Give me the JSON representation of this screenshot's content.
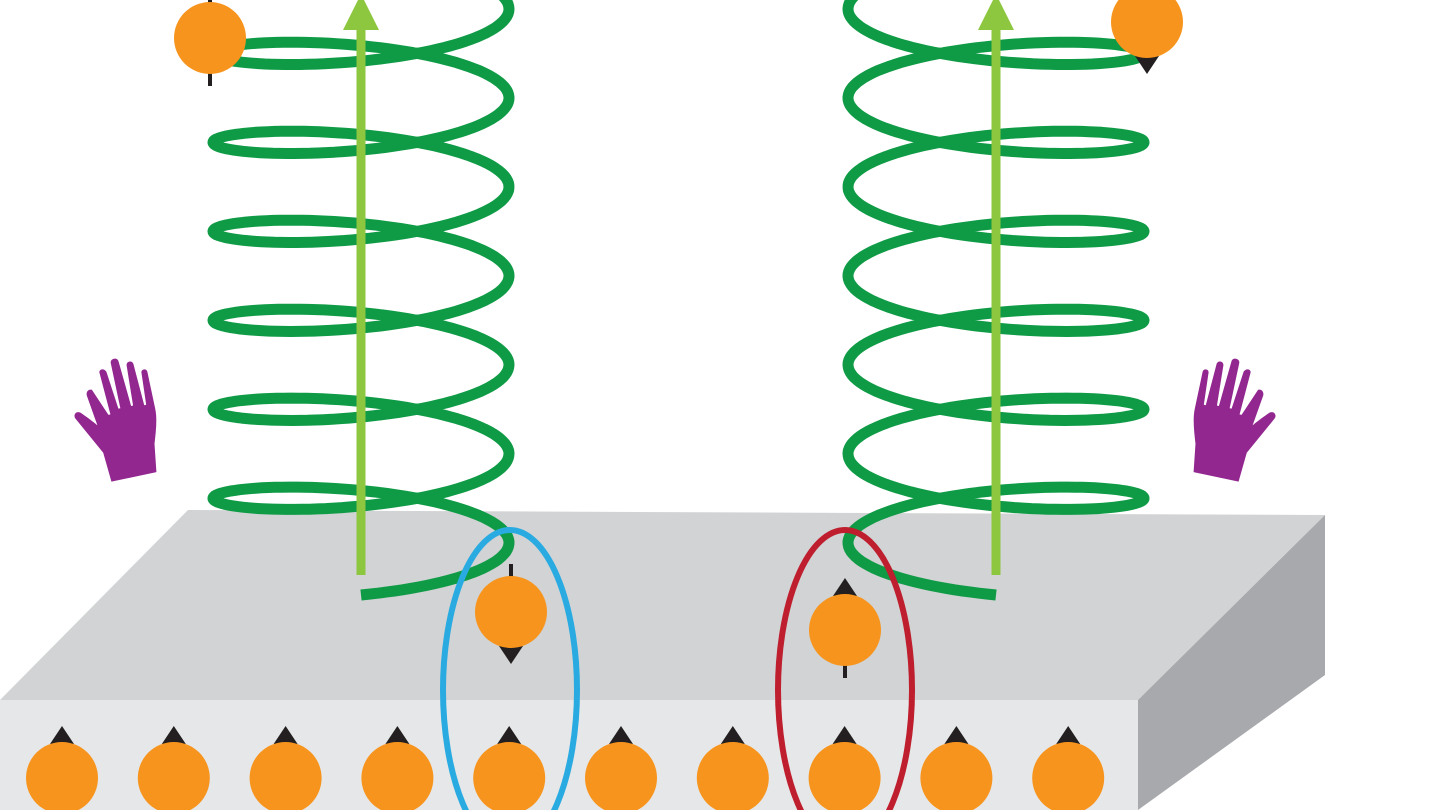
{
  "diagram": {
    "colors": {
      "background": "#ffffff",
      "slab_top": "#d1d3d4",
      "slab_front": "#e6e7e8",
      "slab_side": "#a7a9ac",
      "helix": "#0f9b46",
      "axis_arrow": "#8dc63f",
      "electron": "#f7941d",
      "spin_arrow": "#231f20",
      "hand": "#92278f",
      "highlight_left": "#29abe2",
      "highlight_right": "#be1e2d"
    },
    "helices": [
      {
        "side": "left",
        "chirality": "left-handed",
        "icon": "left-hand-icon",
        "electron_spin": "down",
        "highlight": "blue"
      },
      {
        "side": "right",
        "chirality": "right-handed",
        "icon": "right-hand-icon",
        "electron_spin": "up",
        "highlight": "red"
      }
    ],
    "surface_electrons": {
      "count": 10,
      "spin": "up"
    }
  }
}
